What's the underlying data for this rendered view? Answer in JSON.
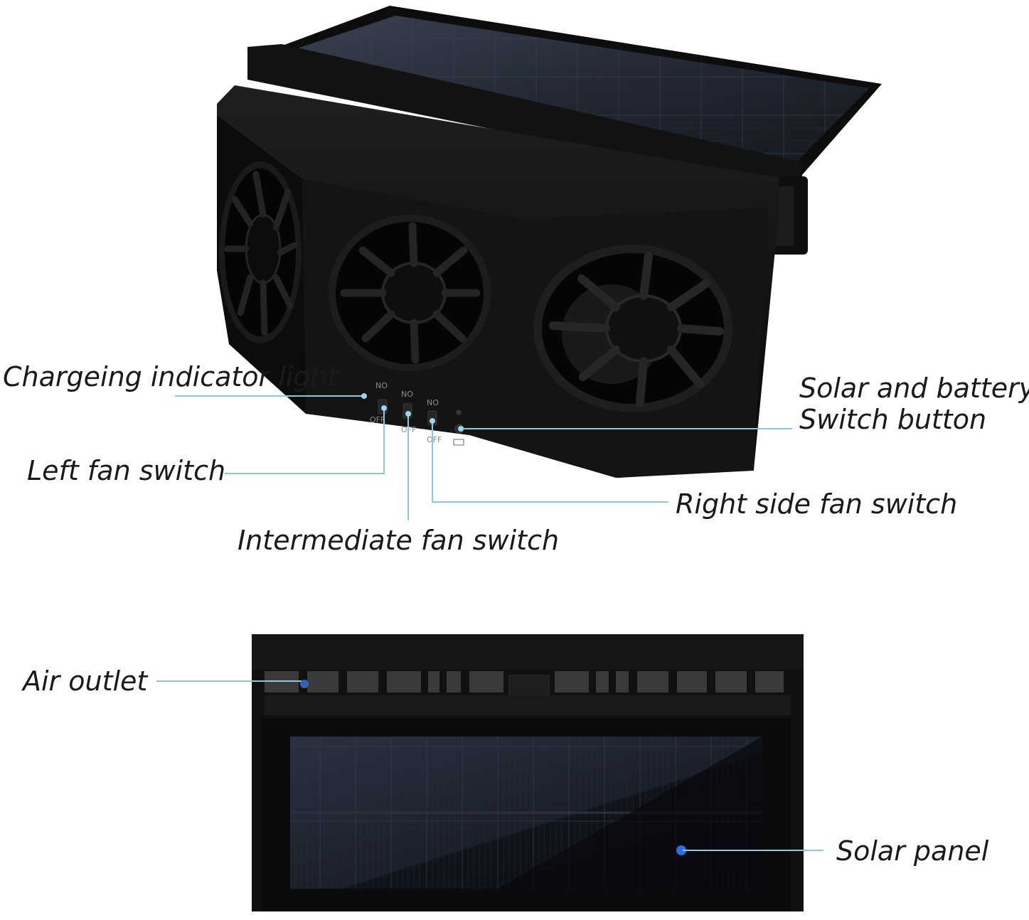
{
  "labels": {
    "charging_indicator": "Chargeing indicator light",
    "left_fan_switch": "Left fan switch",
    "intermediate_fan_switch": "Intermediate fan switch",
    "solar_battery_line1": "Solar and battery",
    "solar_battery_line2": "Switch button",
    "right_fan_switch": "Right side fan switch",
    "air_outlet": "Air outlet",
    "solar_panel": "Solar panel"
  },
  "switch_marks": {
    "on": "NO",
    "off": "OFF"
  },
  "colors": {
    "leader_line": "#8fc6dc",
    "device_body": "#111111",
    "solar_cell": "#1c2230",
    "indicator_dot": "#2f6fe0"
  }
}
